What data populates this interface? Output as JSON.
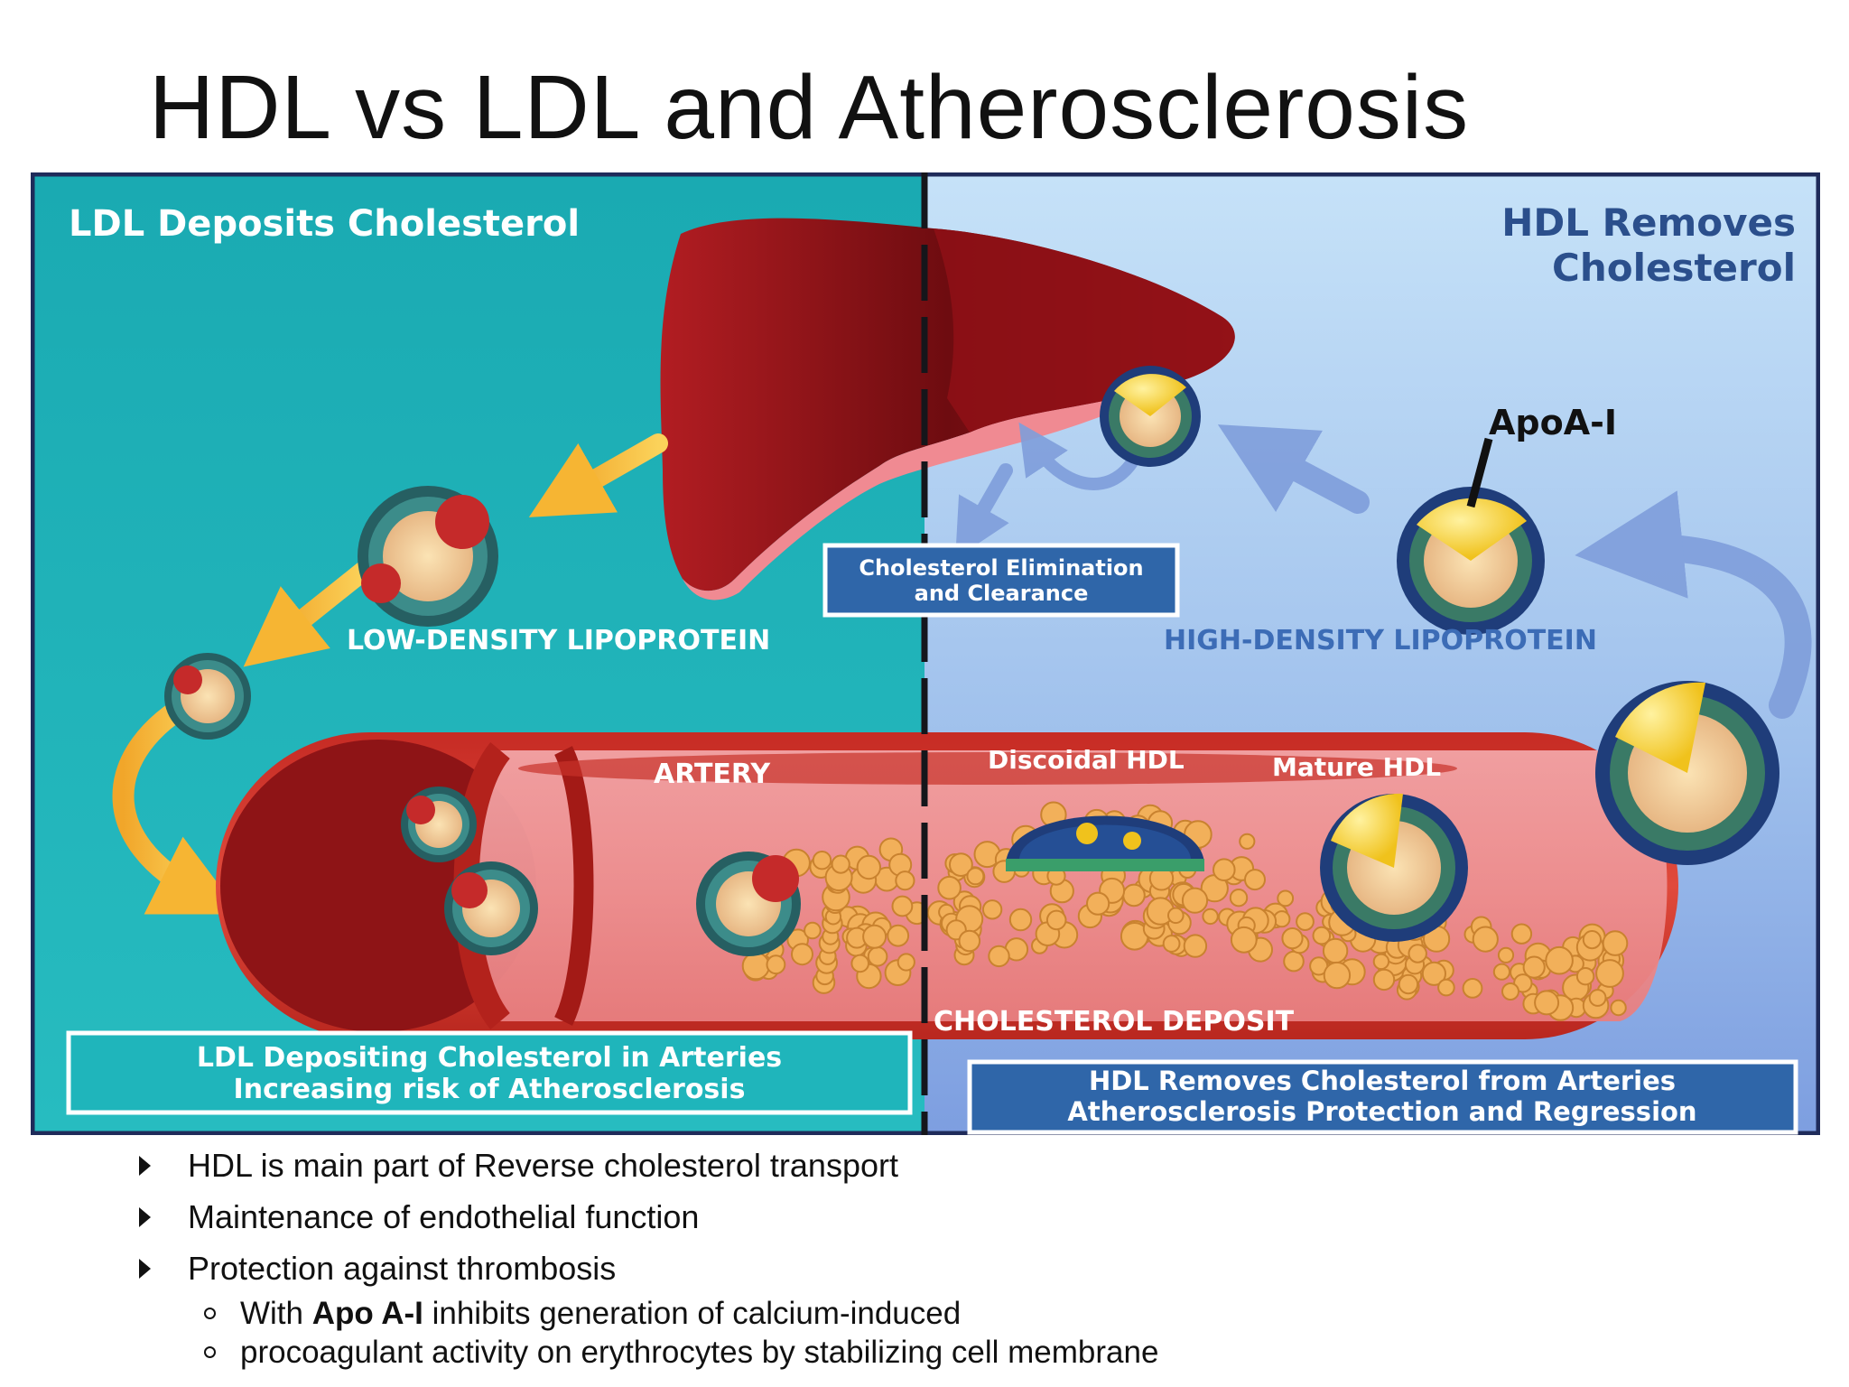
{
  "slide": {
    "title": "HDL vs LDL and Atherosclerosis"
  },
  "figure": {
    "left_heading": "LDL Deposits Cholesterol",
    "right_heading_line1": "HDL Removes",
    "right_heading_line2": "Cholesterol",
    "apoa1": "ApoA-I",
    "elimination_line1": "Cholesterol Elimination",
    "elimination_line2": "and Clearance",
    "ldl_label": "LOW-DENSITY LIPOPROTEIN",
    "hdl_label": "HIGH-DENSITY LIPOPROTEIN",
    "artery": "ARTERY",
    "discoidal_hdl": "Discoidal HDL",
    "mature_hdl": "Mature HDL",
    "deposit": "CHOLESTEROL DEPOSIT",
    "left_box_line1": "LDL Depositing Cholesterol in Arteries",
    "left_box_line2": "Increasing risk of Atherosclerosis",
    "right_box_line1": "HDL Removes Cholesterol from Arteries",
    "right_box_line2": "Atherosclerosis Protection and Regression",
    "colors": {
      "left_panel": "#1fb5bb",
      "right_panel": "#a9c9ef",
      "liver": "#8b1418",
      "artery": "#d8382e",
      "heading_left": "#ffffff",
      "heading_right": "#2b4f8c"
    }
  },
  "bullets": [
    {
      "text": "HDL is main part of Reverse cholesterol transport"
    },
    {
      "text": "Maintenance of endothelial function"
    },
    {
      "text": "Protection against thrombosis"
    }
  ],
  "subbullets": [
    {
      "bold": "Apo A-I",
      "before": "With ",
      "after": " inhibits generation of calcium-induced"
    },
    {
      "text": "procoagulant activity on erythrocytes by stabilizing cell membrane"
    }
  ]
}
